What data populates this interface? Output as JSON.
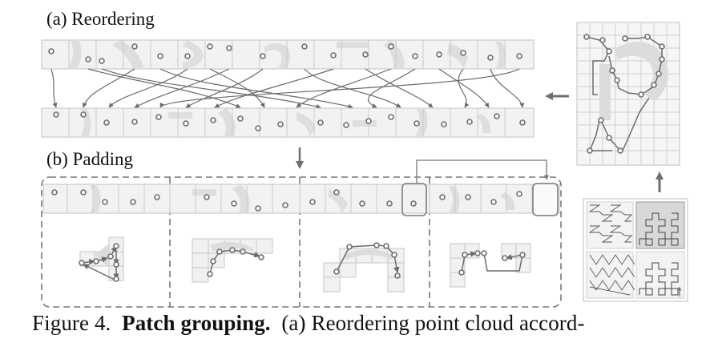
{
  "labels": {
    "reordering": "(a) Reordering",
    "padding": "(b) Padding"
  },
  "caption": {
    "prefix": "Figure 4.",
    "bold": "Patch grouping.",
    "rest": "(a) Reordering point cloud accord-"
  },
  "colors": {
    "cell_fill": "#f1f1f1",
    "cell_stroke": "#bdbdbd",
    "shape": "#dedede",
    "point": "#6e6e6e",
    "path": "#6a6a6a",
    "dashed": "#777777",
    "arrow": "#6f6f6f"
  },
  "icons": {
    "process_arrow": "arrow-left-icon",
    "down_arrow": "arrow-down-icon",
    "up_arrow": "arrow-up-icon"
  }
}
